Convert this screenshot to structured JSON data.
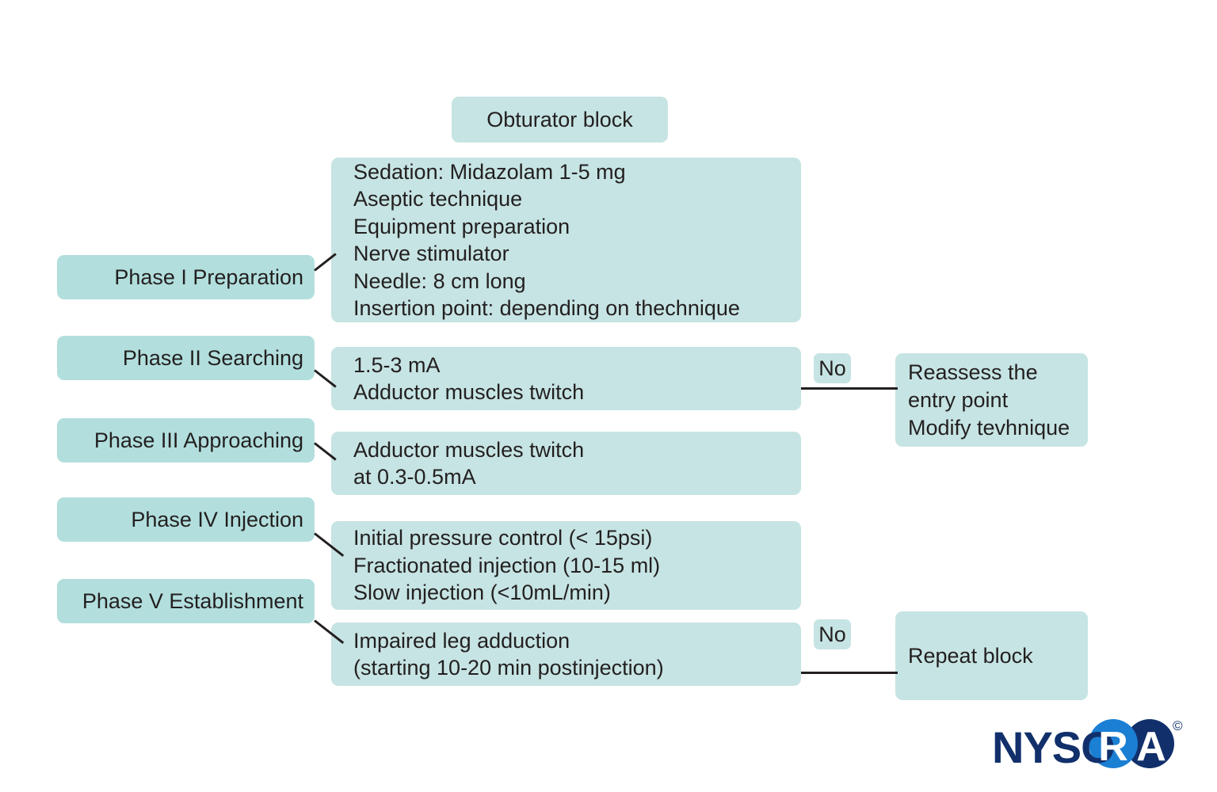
{
  "diagram": {
    "title_box": {
      "label": "Obturator block"
    },
    "phases": [
      {
        "label": "Phase I Preparation"
      },
      {
        "label": "Phase II Searching"
      },
      {
        "label": "Phase III Approaching"
      },
      {
        "label": "Phase IV Injection"
      },
      {
        "label": "Phase V Establishment"
      }
    ],
    "content_boxes": [
      {
        "text": "Sedation: Midazolam 1-5 mg\nAseptic technique\nEquipment preparation\nNerve stimulator\nNeedle: 8 cm long\nInsertion point: depending on thechnique"
      },
      {
        "text": "1.5-3 mA\nAdductor muscles twitch"
      },
      {
        "text": "Adductor muscles twitch\nat 0.3-0.5mA"
      },
      {
        "text": "Initial pressure control (< 15psi)\nFractionated injection (10-15 ml)\nSlow injection (<10mL/min)"
      },
      {
        "text": "Impaired leg adduction\n(starting 10-20 min postinjection)"
      }
    ],
    "branches": [
      {
        "condition": "No",
        "target": "Reassess the\nentry point\nModify tevhnique"
      },
      {
        "condition": "No",
        "target": "Repeat block"
      }
    ],
    "logo": {
      "prefix": "NYSO",
      "letter_r": "R",
      "letter_a": "A",
      "copyright": "©"
    },
    "colors": {
      "box_fill": "#c6e4e3",
      "phase_fill": "#b2dfdd",
      "text": "#231f20",
      "logo_navy": "#11306b",
      "logo_blue": "#1b7fd4",
      "connector": "#231f20"
    }
  }
}
